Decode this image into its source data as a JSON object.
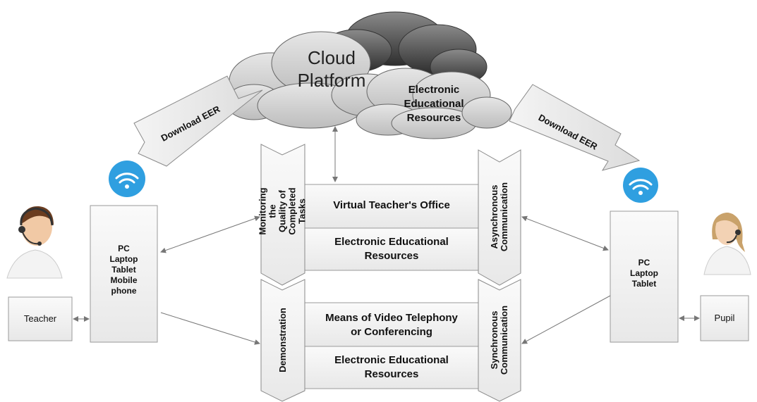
{
  "cloud": {
    "main_label": "Cloud\nPlatform",
    "sub_label": "Electronic\nEducational\nResources"
  },
  "arrows": {
    "download_left": "Download EER",
    "download_right": "Download EER"
  },
  "teacher": {
    "label": "Teacher",
    "devices": "PC\nLaptop\nTablet\nMobile\nphone"
  },
  "pupil": {
    "label": "Pupil",
    "devices": "PC\nLaptop\nTablet"
  },
  "async_block": {
    "left_vertical": "Monitoring the\nQuality of\nCompleted Tasks",
    "right_vertical": "Asynchronous\nCommunication",
    "row1": "Virtual Teacher's Office",
    "row2": "Electronic Educational\nResources"
  },
  "sync_block": {
    "left_vertical": "Demonstration",
    "right_vertical": "Synchronous\nCommunication",
    "row1": "Means of Video Telephony\nor Conferencing",
    "row2": "Electronic Educational\nResources"
  },
  "icons": [
    "wifi-icon",
    "teacher-avatar-icon",
    "pupil-avatar-icon",
    "cloud-icon"
  ],
  "colors": {
    "wifi": "#2f9fe0",
    "box_fill": "#f2f2f2",
    "box_stroke": "#9a9a9a",
    "cloud_light": "#d4d4d4",
    "cloud_dark": "#4a4a4a"
  }
}
